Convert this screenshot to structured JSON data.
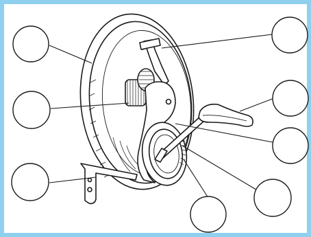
{
  "colors": {
    "frame": "#8fd0ee",
    "ink": "#1a1a1a",
    "background": "#ffffff"
  },
  "callouts": [
    {
      "id": "callout-1",
      "label": ""
    },
    {
      "id": "callout-2",
      "label": ""
    },
    {
      "id": "callout-3",
      "label": ""
    },
    {
      "id": "callout-4",
      "label": ""
    },
    {
      "id": "callout-5",
      "label": ""
    },
    {
      "id": "callout-6",
      "label": ""
    },
    {
      "id": "callout-7",
      "label": ""
    },
    {
      "id": "callout-8",
      "label": ""
    },
    {
      "id": "callout-9",
      "label": ""
    }
  ]
}
